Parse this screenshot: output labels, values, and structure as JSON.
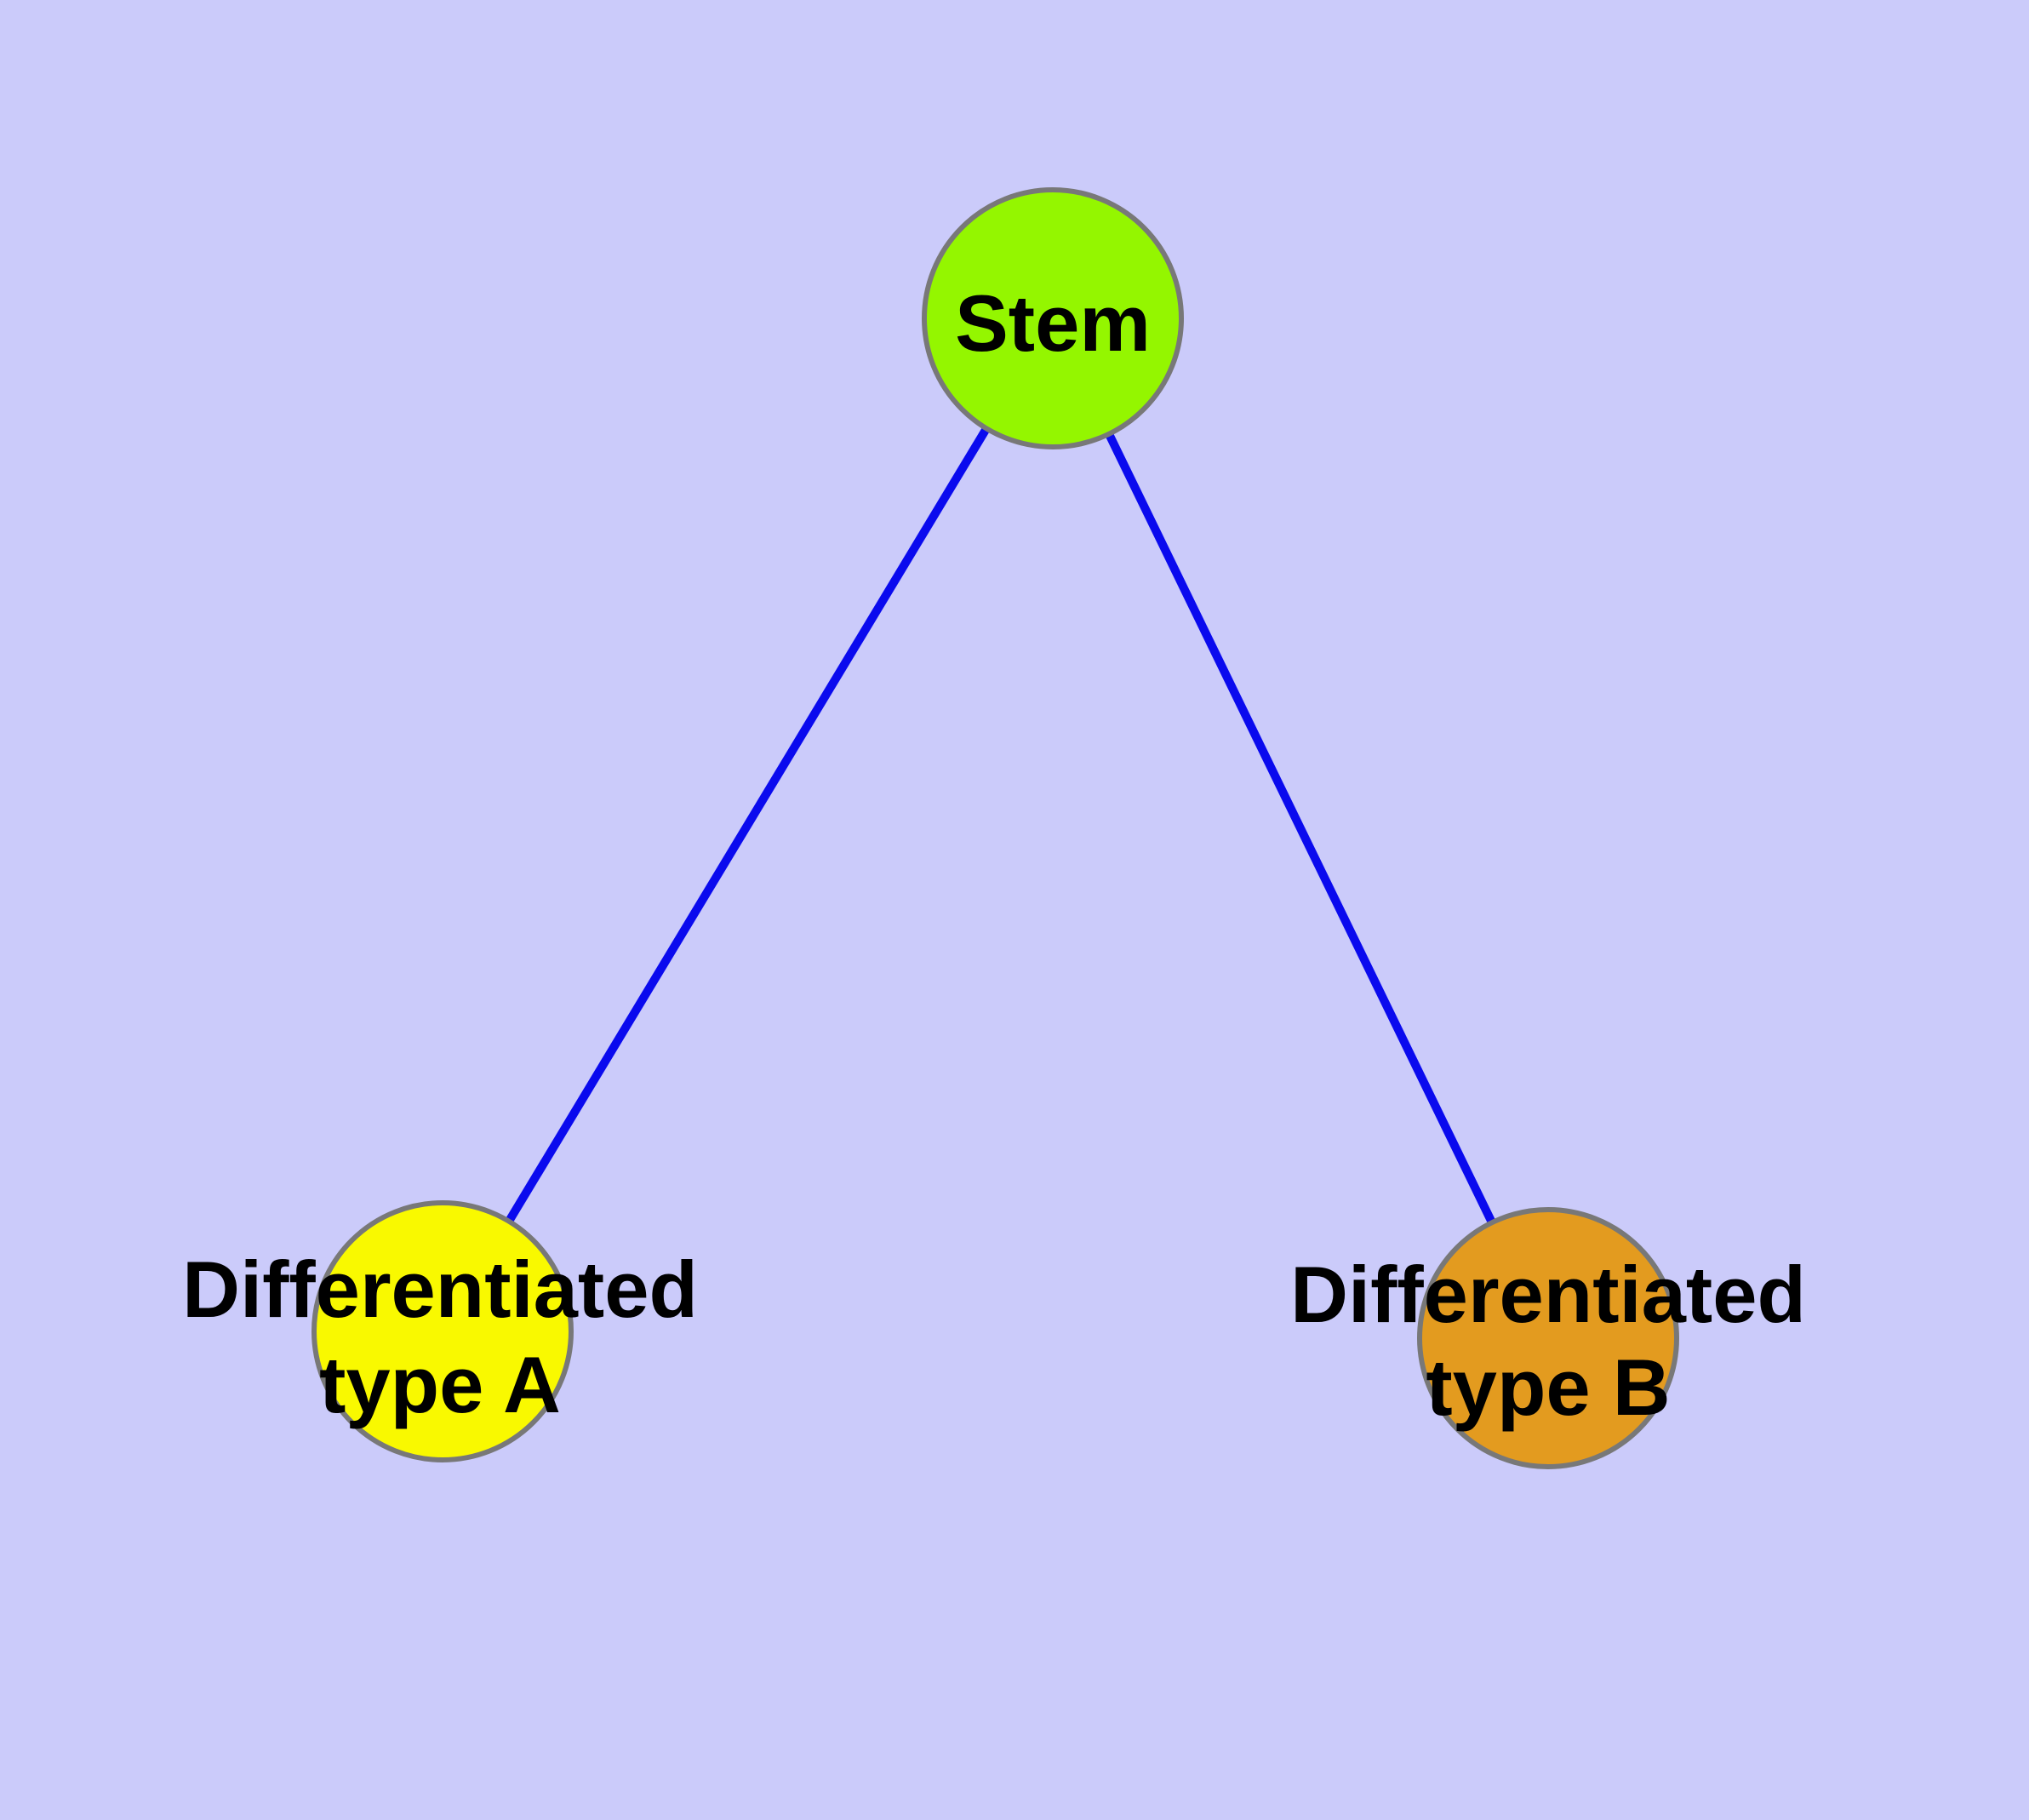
{
  "diagram": {
    "background_color": "#CBCBFA",
    "edge_color": "#0A0AEE",
    "node_border_color": "#787878",
    "label_color": "#000000",
    "nodes": [
      {
        "id": "stem",
        "label": "Stem",
        "label_lines": [
          "Stem"
        ],
        "fill": "#94F600"
      },
      {
        "id": "type_a",
        "label": "Differentiated type A",
        "label_lines": [
          "Differentiated",
          "type A"
        ],
        "fill": "#F9F900"
      },
      {
        "id": "type_b",
        "label": "Differentiated type B",
        "label_lines": [
          "Differentiated",
          "type B"
        ],
        "fill": "#E39B1F"
      }
    ],
    "edges": [
      {
        "from": "Stem",
        "to": "Differentiated type A"
      },
      {
        "from": "Stem",
        "to": "Differentiated type B"
      }
    ]
  }
}
